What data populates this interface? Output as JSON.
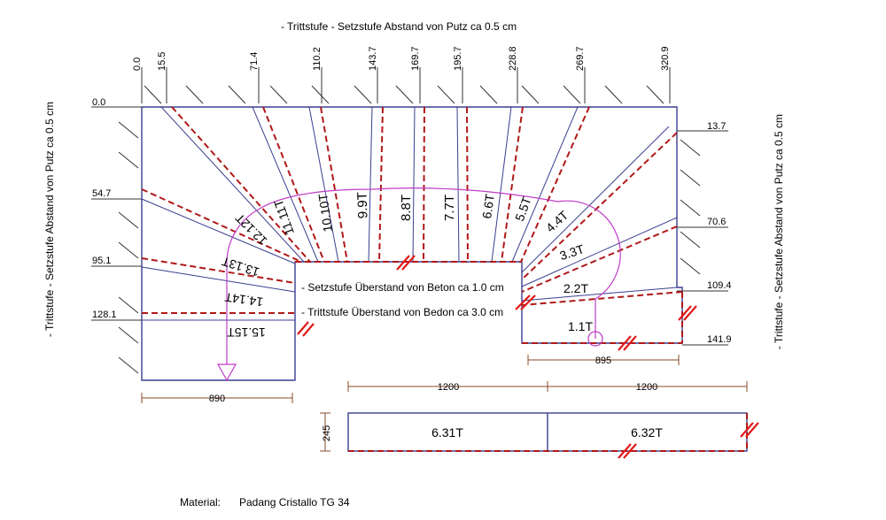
{
  "notes": {
    "top": "- Trittstufe - Setzstufe Abstand von Putz ca 0.5 cm",
    "left": "- Trittstufe - Setzstufe Abstand von Putz ca 0.5 cm",
    "right": "- Trittstufe - Setzstufe Abstand von Putz ca 0.5 cm",
    "setzstufe": "- Setzstufe Überstand von Beton ca 1.0 cm",
    "trittstufe": "- Trittstufe Überstand von Bedon ca 3.0 cm"
  },
  "top_dims": [
    "0.0",
    "15.5",
    "71.4",
    "110.2",
    "143.7",
    "169.7",
    "195.7",
    "228.8",
    "269.7",
    "320.9"
  ],
  "left_dims": [
    "0.0",
    "54.7",
    "95.1",
    "128.1"
  ],
  "right_dims": [
    "13.7",
    "70.6",
    "109.4",
    "141.9"
  ],
  "bottom_dims": {
    "left_width": "890",
    "right_width": "895",
    "seg1": "1200",
    "seg2": "1200",
    "height": "245"
  },
  "treads": [
    "1.1T",
    "2.2T",
    "3.3T",
    "4.4T",
    "5.5T",
    "6.6T",
    "7.7T",
    "8.8T",
    "9.9T",
    "10.10T",
    "11.11T",
    "12.12T",
    "13.13T",
    "14.14T",
    "15.15T"
  ],
  "landing": [
    "6.31T",
    "6.32T"
  ],
  "material": {
    "label": "Material:",
    "value": "Padang Cristallo TG 34"
  }
}
